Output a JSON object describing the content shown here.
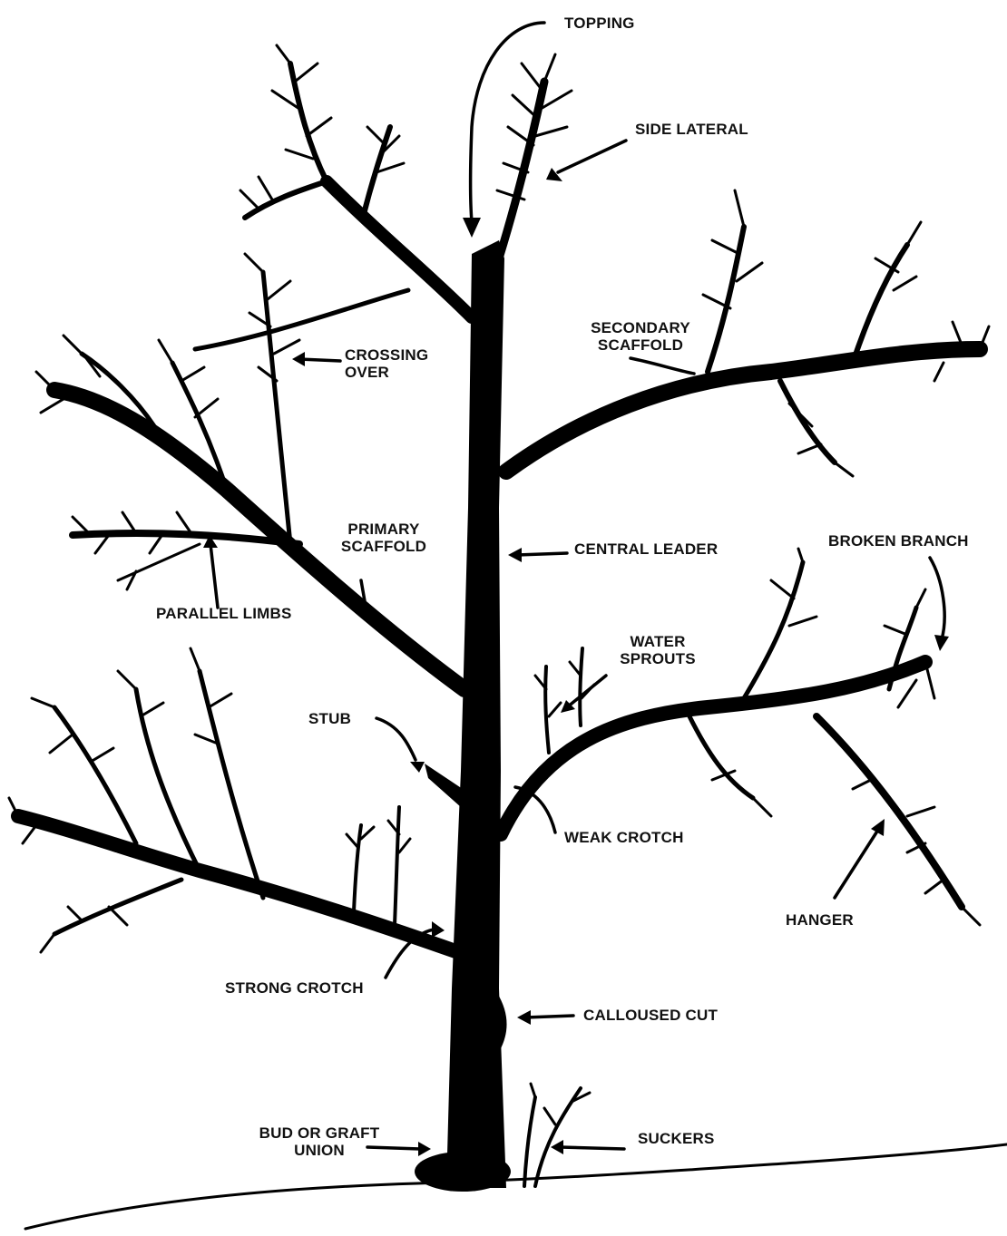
{
  "labels": {
    "topping": "TOPPING",
    "side_lateral": "SIDE LATERAL",
    "secondary_scaffold_1": "SECONDARY",
    "secondary_scaffold_2": "SCAFFOLD",
    "crossing_over_1": "CROSSING",
    "crossing_over_2": "OVER",
    "primary_scaffold_1": "PRIMARY",
    "primary_scaffold_2": "SCAFFOLD",
    "central_leader": "CENTRAL LEADER",
    "broken_branch": "BROKEN BRANCH",
    "parallel_limbs": "PARALLEL LIMBS",
    "water_sprouts_1": "WATER",
    "water_sprouts_2": "SPROUTS",
    "stub": "STUB",
    "weak_crotch": "WEAK CROTCH",
    "hanger": "HANGER",
    "strong_crotch": "STRONG CROTCH",
    "calloused_cut": "CALLOUSED CUT",
    "bud_or_graft_union_1": "BUD OR GRAFT",
    "bud_or_graft_union_2": "UNION",
    "suckers": "SUCKERS"
  }
}
